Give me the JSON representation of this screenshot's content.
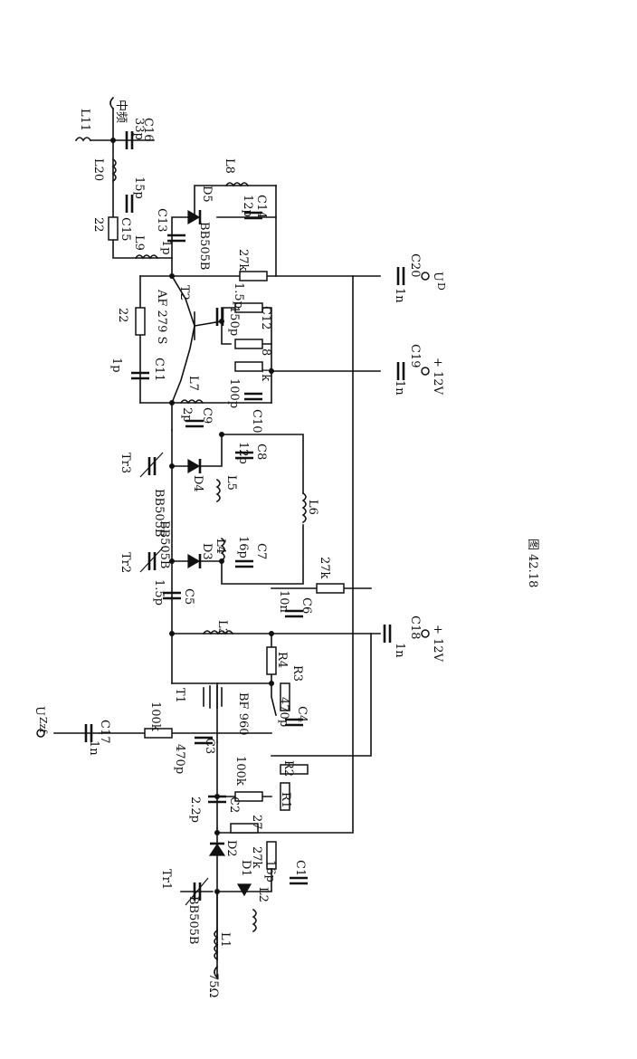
{
  "figure": {
    "caption": "图 42.18",
    "labels": {
      "if_out": "中频",
      "ud": "U",
      "ud_sub": "D",
      "uzf": "U",
      "uzf_sub": "Zzf",
      "vcc1": "+ 12V",
      "vcc2": "+ 12V",
      "ant": "75Ω",
      "L1": "L1",
      "L2": "L2",
      "L3": "L3",
      "L4": "L4",
      "L5": "L5",
      "L6": "L6",
      "L7": "L7",
      "L8": "L8",
      "L9": "L9",
      "L11": "L11",
      "L20": "L20",
      "C1": "C1",
      "C2": "C2",
      "C3": "C3",
      "C4": "C4",
      "C5": "C5",
      "C6": "C6",
      "C7": "C7",
      "C8": "C8",
      "C9": "C9",
      "C10": "C10",
      "C11": "C11",
      "C12": "C12",
      "C13": "C13",
      "C14": "C14",
      "C15": "C15",
      "C16": "C16",
      "C17": "C17",
      "C18": "C18",
      "C19": "C19",
      "C20": "C20",
      "D1": "D1",
      "D2": "D2",
      "D3": "D3",
      "D4": "D4",
      "D5": "D5",
      "R1": "R1",
      "R2": "R2",
      "R3": "R3",
      "R4": "R4",
      "T1": "T1",
      "T2": "T2",
      "Tr1": "Tr1",
      "Tr2": "Tr2",
      "Tr3": "Tr3",
      "t1_type": "BF 960",
      "t2_type": "AF 279 S",
      "bb1": "BB505B",
      "bb2": "BB505B",
      "bb3": "BB505B",
      "bb4": "BB505B",
      "v_33p": "33p",
      "v_15p": "15p",
      "v_22a": "22",
      "v_22b": "22",
      "v_1p_c13": "1p",
      "v_12p_c14": "12p",
      "v_27k_a": "27k",
      "v_1n_c20": "1n",
      "v_15p_b": "1.5p",
      "v_150p": "150p",
      "v_1p_c11": "1p",
      "v_8": "8",
      "v_1k": "1k",
      "v_100p": "100p",
      "v_1n_c19": "1n",
      "v_2p": "2p",
      "v_12p_c8": "12p",
      "v_16p_c7": "16p",
      "v_27k_b": "27k",
      "v_15p_c5": "1.5p",
      "v_10n": "10n",
      "v_1n_c18": "1n",
      "v_470p_c4": "470p",
      "v_100k_a": "100k",
      "v_1n_c17": "1n",
      "v_470p_c3": "470p",
      "v_100k_b": "100k",
      "v_22p": "2.2p",
      "v_27_r": "27",
      "v_27k_c": "27k",
      "v_16p_c1": "16p"
    }
  }
}
